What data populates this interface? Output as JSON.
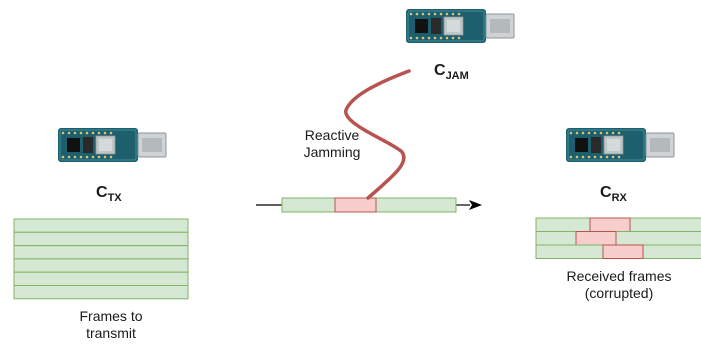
{
  "nodes": {
    "tx": {
      "main": "C",
      "sub": "TX"
    },
    "jam": {
      "main": "C",
      "sub": "JAM"
    },
    "rx": {
      "main": "C",
      "sub": "RX"
    }
  },
  "captions": {
    "jamming_line1": "Reactive",
    "jamming_line2": "Jamming",
    "tx_line1": "Frames to",
    "tx_line2": "transmit",
    "rx_line1": "Received frames",
    "rx_line2": "(corrupted)"
  },
  "frames": {
    "to_transmit_count": 6,
    "received_count": 3
  },
  "colors": {
    "frame_fill": "#d5e8d4",
    "frame_stroke": "#82b366",
    "corrupt_fill": "#f8cecc",
    "corrupt_stroke": "#b85450",
    "jam_signal": "#b85450",
    "board_pcb": "#1e5f6e",
    "board_shield": "#bfc6c8",
    "arrow": "#000000"
  },
  "icons": [
    "usb-dongle-icon"
  ]
}
